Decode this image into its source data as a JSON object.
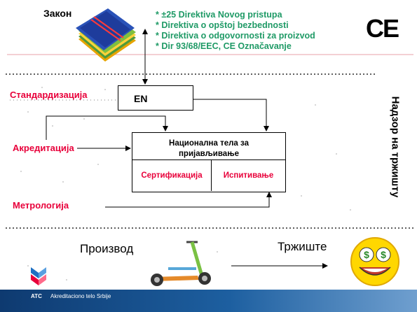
{
  "title": "Закон",
  "directives": [
    "* ±25 Direktiva Novog pristupa",
    "* Direktiva o opštoj bezbednosti",
    "* Direktiva o odgovornosti za proizvod",
    "* Dir 93/68/EEC, CE Označavanje"
  ],
  "ce_mark": "CE",
  "labels": {
    "standardization": "Стандардизација",
    "accreditation": "Акредитација",
    "metrology": "Метрологија"
  },
  "en_box": "EN",
  "national_body": {
    "line1": "Национална тела за",
    "line2": "пријављивање",
    "certification": "Сертификација",
    "testing": "Испитивање"
  },
  "market_surveillance": "Надзор на тржишту",
  "product": "Производ",
  "market": "Тржиште",
  "footer": {
    "org_short": "ATC",
    "org_name": "Akreditaciono telo Srbije"
  },
  "colors": {
    "accent_red": "#e8003a",
    "directive_green": "#1f9a66",
    "footer_blue": "#1d5fa0"
  }
}
